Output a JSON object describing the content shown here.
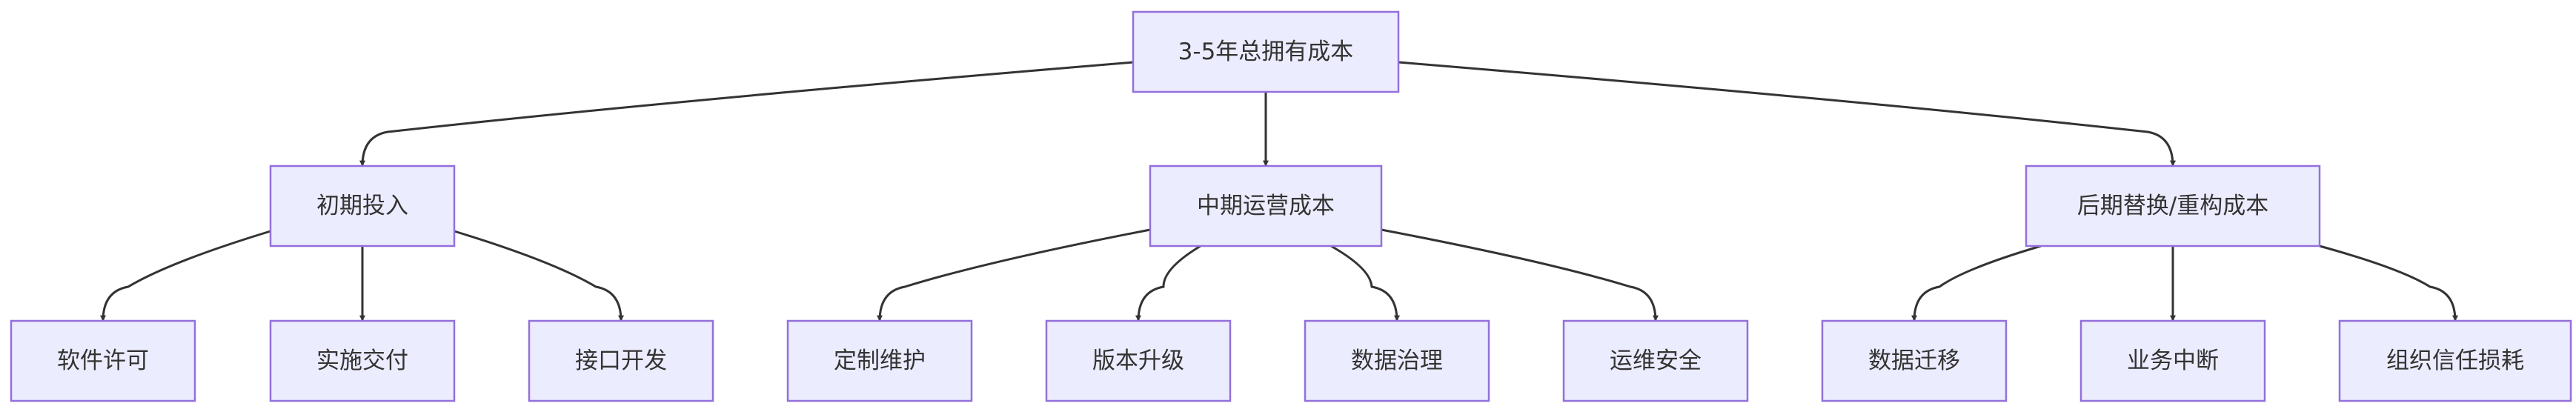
{
  "diagram": {
    "type": "flowchart-tree",
    "nodes": [
      {
        "id": "root",
        "label": "3-5年总拥有成本"
      },
      {
        "id": "initial",
        "label": "初期投入"
      },
      {
        "id": "mid",
        "label": "中期运营成本"
      },
      {
        "id": "late",
        "label": "后期替换/重构成本"
      },
      {
        "id": "license",
        "label": "软件许可"
      },
      {
        "id": "delivery",
        "label": "实施交付"
      },
      {
        "id": "interface",
        "label": "接口开发"
      },
      {
        "id": "custom",
        "label": "定制维护"
      },
      {
        "id": "upgrade",
        "label": "版本升级"
      },
      {
        "id": "governance",
        "label": "数据治理"
      },
      {
        "id": "opsec",
        "label": "运维安全"
      },
      {
        "id": "migration",
        "label": "数据迁移"
      },
      {
        "id": "interrupt",
        "label": "业务中断"
      },
      {
        "id": "trust",
        "label": "组织信任损耗"
      }
    ],
    "edges": [
      {
        "from": "root",
        "to": "initial"
      },
      {
        "from": "root",
        "to": "mid"
      },
      {
        "from": "root",
        "to": "late"
      },
      {
        "from": "initial",
        "to": "license"
      },
      {
        "from": "initial",
        "to": "delivery"
      },
      {
        "from": "initial",
        "to": "interface"
      },
      {
        "from": "mid",
        "to": "custom"
      },
      {
        "from": "mid",
        "to": "upgrade"
      },
      {
        "from": "mid",
        "to": "governance"
      },
      {
        "from": "mid",
        "to": "opsec"
      },
      {
        "from": "late",
        "to": "migration"
      },
      {
        "from": "late",
        "to": "interrupt"
      },
      {
        "from": "late",
        "to": "trust"
      }
    ]
  }
}
